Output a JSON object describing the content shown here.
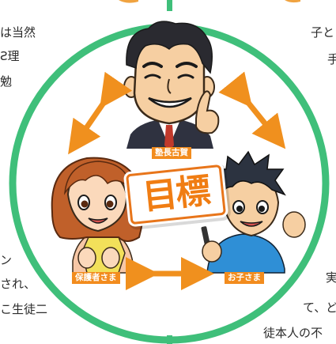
{
  "labels": {
    "teacher": "塾長古賀",
    "parent": "保護者さま",
    "child": "お子さま"
  },
  "center_badge": "目標",
  "fragments": {
    "left_1": "は当然",
    "left_2": "Ƨ理",
    "left_3": "勉",
    "left_4": "ン",
    "left_5": "され、",
    "left_6": "こ生徒二",
    "right_1": "子と",
    "right_2": "手",
    "right_3": "実",
    "right_4": "て、ど",
    "right_5": "徒本人の不"
  },
  "colors": {
    "ring": "#3fbf7a",
    "arrow": "#f0901e",
    "label_bg": "#f28c1e"
  }
}
